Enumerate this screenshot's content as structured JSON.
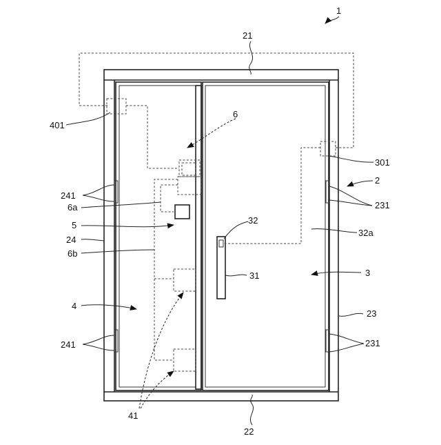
{
  "figure": {
    "labels": {
      "fig_ref": "1",
      "frame_top": "21",
      "frame_bottom": "22",
      "frame_right": "23",
      "frame_left": "24",
      "frame": "2",
      "right_door": "3",
      "left_door": "4",
      "unit": "5",
      "module": "6",
      "module_a": "6a",
      "module_b": "6b",
      "handle": "31",
      "handle_sensor": "32",
      "handle_wire": "32a",
      "hinge_right_top": "231",
      "hinge_right_bottom": "231",
      "hinge_left_top": "241",
      "hinge_left_bottom": "241",
      "frame_sensor_right": "301",
      "frame_sensor_left": "401",
      "locks": "41"
    }
  }
}
